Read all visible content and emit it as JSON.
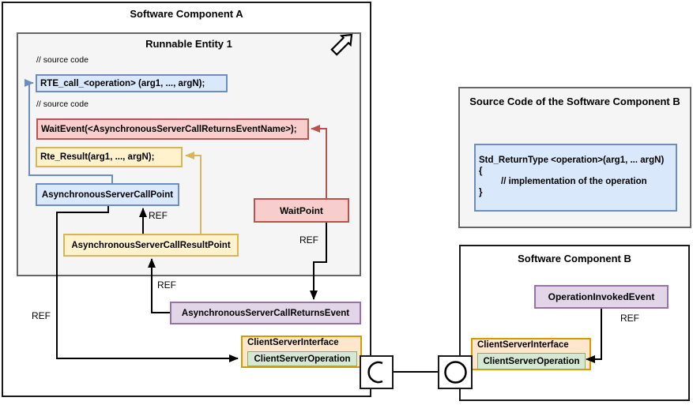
{
  "diagram": {
    "component_a": {
      "title": "Software Component A",
      "runnable": {
        "title": "Runnable Entity 1",
        "comment_1": "// source code",
        "comment_2": "// source code",
        "rte_call": "RTE_call_<operation> (arg1, ..., argN);",
        "wait_event": "WaitEvent(<AsynchronousServerCallReturnsEventName>);",
        "rte_result": "Rte_Result(arg1, ..., argN);",
        "async_server_call_point": "AsynchronousServerCallPoint",
        "wait_point": "WaitPoint",
        "async_server_call_result_point": "AsynchronousServerCallResultPoint"
      },
      "async_server_call_returns_event": "AsynchronousServerCallReturnsEvent",
      "interface": {
        "title": "ClientServerInterface",
        "operation": "ClientServerOperation"
      }
    },
    "source_code_b": {
      "title": "Source Code of the Software Component B",
      "line_1": "Std_ReturnType <operation>(arg1, ... argN)",
      "line_2": "{",
      "line_3": "// implementation of the operation",
      "line_4": "}"
    },
    "component_b": {
      "title": "Software Component B",
      "operation_invoked_event": "OperationInvokedEvent",
      "interface": {
        "title": "ClientServerInterface",
        "operation": "ClientServerOperation"
      }
    },
    "ref_label": "REF",
    "colors": {
      "blue_fill": "#dae8fc",
      "blue_stroke": "#6c8ebf",
      "red_fill": "#f8cecc",
      "red_stroke": "#b85450",
      "yellow_fill": "#fff2cc",
      "yellow_stroke": "#d6b656",
      "orange_fill": "#ffe6cc",
      "orange_stroke": "#d79b00",
      "purple_fill": "#e1d5e7",
      "purple_stroke": "#9673a6",
      "green_fill": "#d5e8d4",
      "green_stroke": "#82b366",
      "gray_fill": "#f5f5f5",
      "gray_stroke": "#666666",
      "connector_black": "#000000"
    }
  }
}
